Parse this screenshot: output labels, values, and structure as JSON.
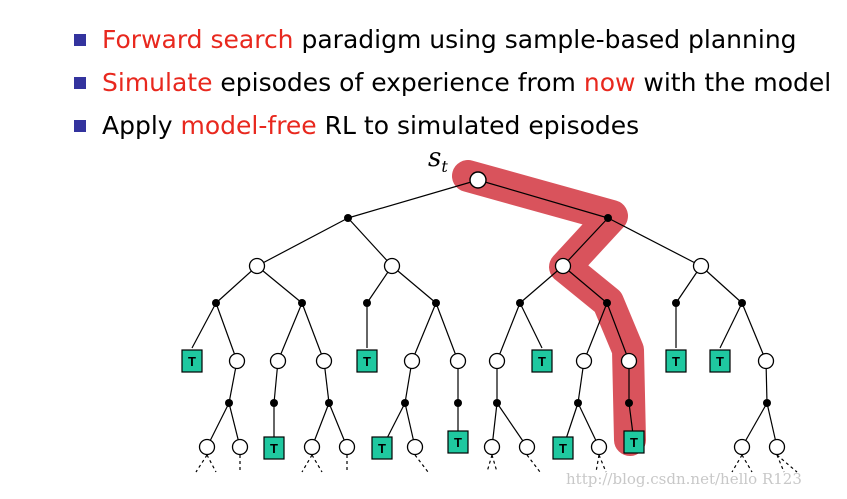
{
  "bullets": [
    {
      "parts": [
        {
          "t": "Forward search",
          "red": true
        },
        {
          "t": " paradigm using sample-based planning",
          "red": false
        }
      ]
    },
    {
      "parts": [
        {
          "t": "Simulate",
          "red": true
        },
        {
          "t": " episodes of experience from ",
          "red": false
        },
        {
          "t": "now",
          "red": true
        },
        {
          "t": " with the model",
          "red": false
        }
      ]
    },
    {
      "parts": [
        {
          "t": "Apply ",
          "red": false
        },
        {
          "t": "model-free",
          "red": true
        },
        {
          "t": " RL to simulated episodes",
          "red": false
        }
      ]
    }
  ],
  "root_label": {
    "main": "s",
    "sub": "t"
  },
  "terminal_label": "T",
  "colors": {
    "highlight": "#d9535c",
    "terminal": "#1fc8a0",
    "bullet": "#33339e",
    "text_red": "#e8281e"
  },
  "watermark": "http://blog.csdn.net/hello R123"
}
